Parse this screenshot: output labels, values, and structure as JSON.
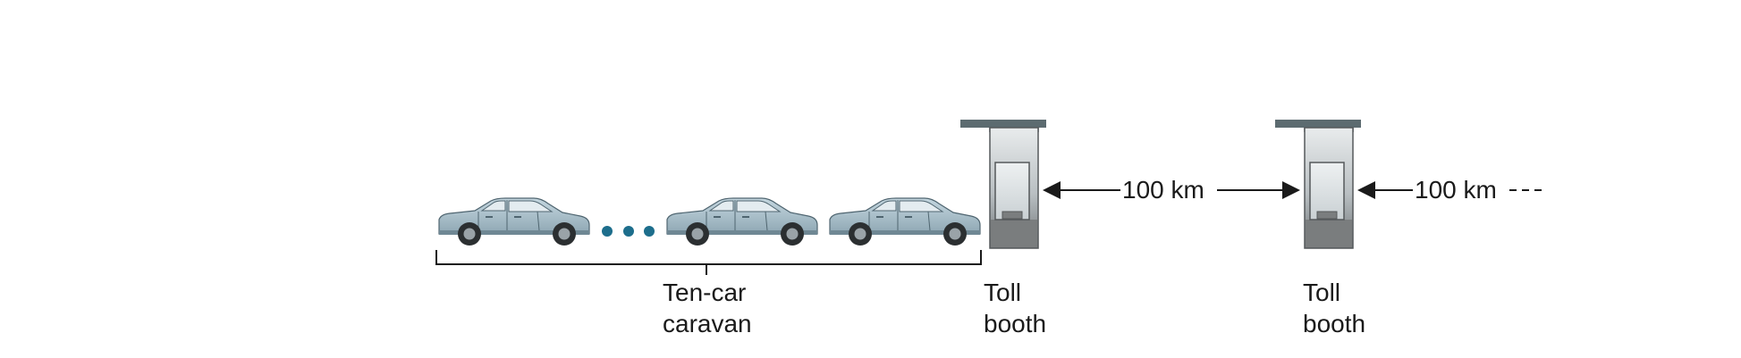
{
  "labels": {
    "caravan_line1": "Ten-car",
    "caravan_line2": "caravan",
    "booth1_line1": "Toll",
    "booth1_line2": "booth",
    "booth2_line1": "Toll",
    "booth2_line2": "booth",
    "distance1": "100 km",
    "distance2": "100 km"
  },
  "colors": {
    "car_body": "#a9c0cc",
    "car_dark": "#6f8894",
    "dots": "#1d6e8c",
    "booth_roof": "#5c6b70",
    "booth_dark": "#7a7d7e",
    "line": "#1a1a1a"
  }
}
